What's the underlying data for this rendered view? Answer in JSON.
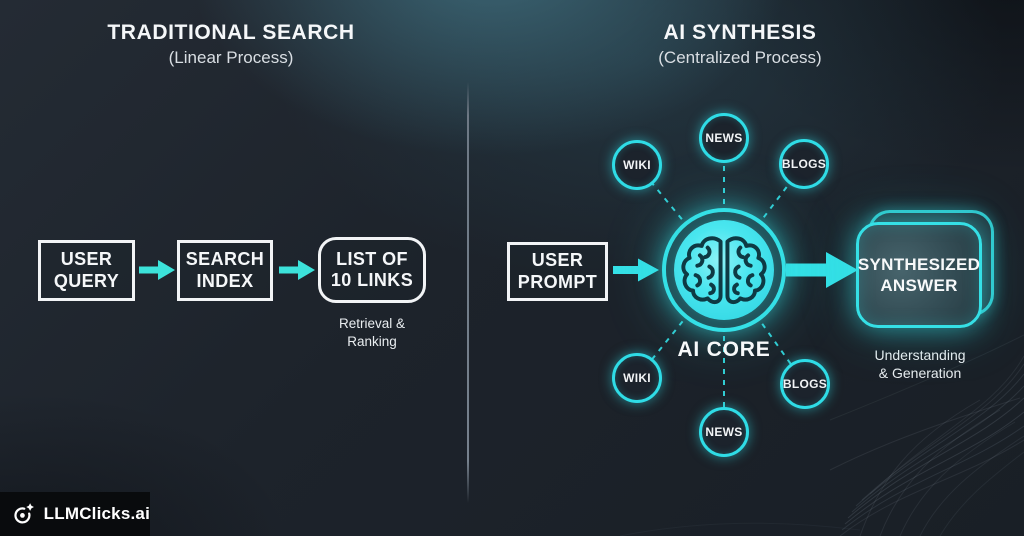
{
  "colors": {
    "background": "#1d232b",
    "accent_cyan": "#35e0e6",
    "arrow_turquoise": "#3ce2da",
    "box_border_white": "#f2f4f6",
    "divider_grey": "#76818d",
    "logo_bar_black": "#090b0d"
  },
  "left": {
    "title": "TRADITIONAL SEARCH",
    "subtitle": "(Linear Process)",
    "steps": [
      "USER\nQUERY",
      "SEARCH\nINDEX",
      "LIST OF\n10 LINKS"
    ],
    "note": "Retrieval &\nRanking"
  },
  "right": {
    "title": "AI SYNTHESIS",
    "subtitle": "(Centralized Process)",
    "input": "USER\nPROMPT",
    "core_label": "AI CORE",
    "satellites": {
      "top": "NEWS",
      "top_left": "WIKI",
      "top_right": "BLOGS",
      "bottom_left": "WIKI",
      "bottom": "NEWS",
      "bottom_right": "BLOGS"
    },
    "output": "SYNTHESIZED\nANSWER",
    "note": "Understanding\n& Generation"
  },
  "branding": {
    "logo_text": "LLMClicks.ai"
  }
}
